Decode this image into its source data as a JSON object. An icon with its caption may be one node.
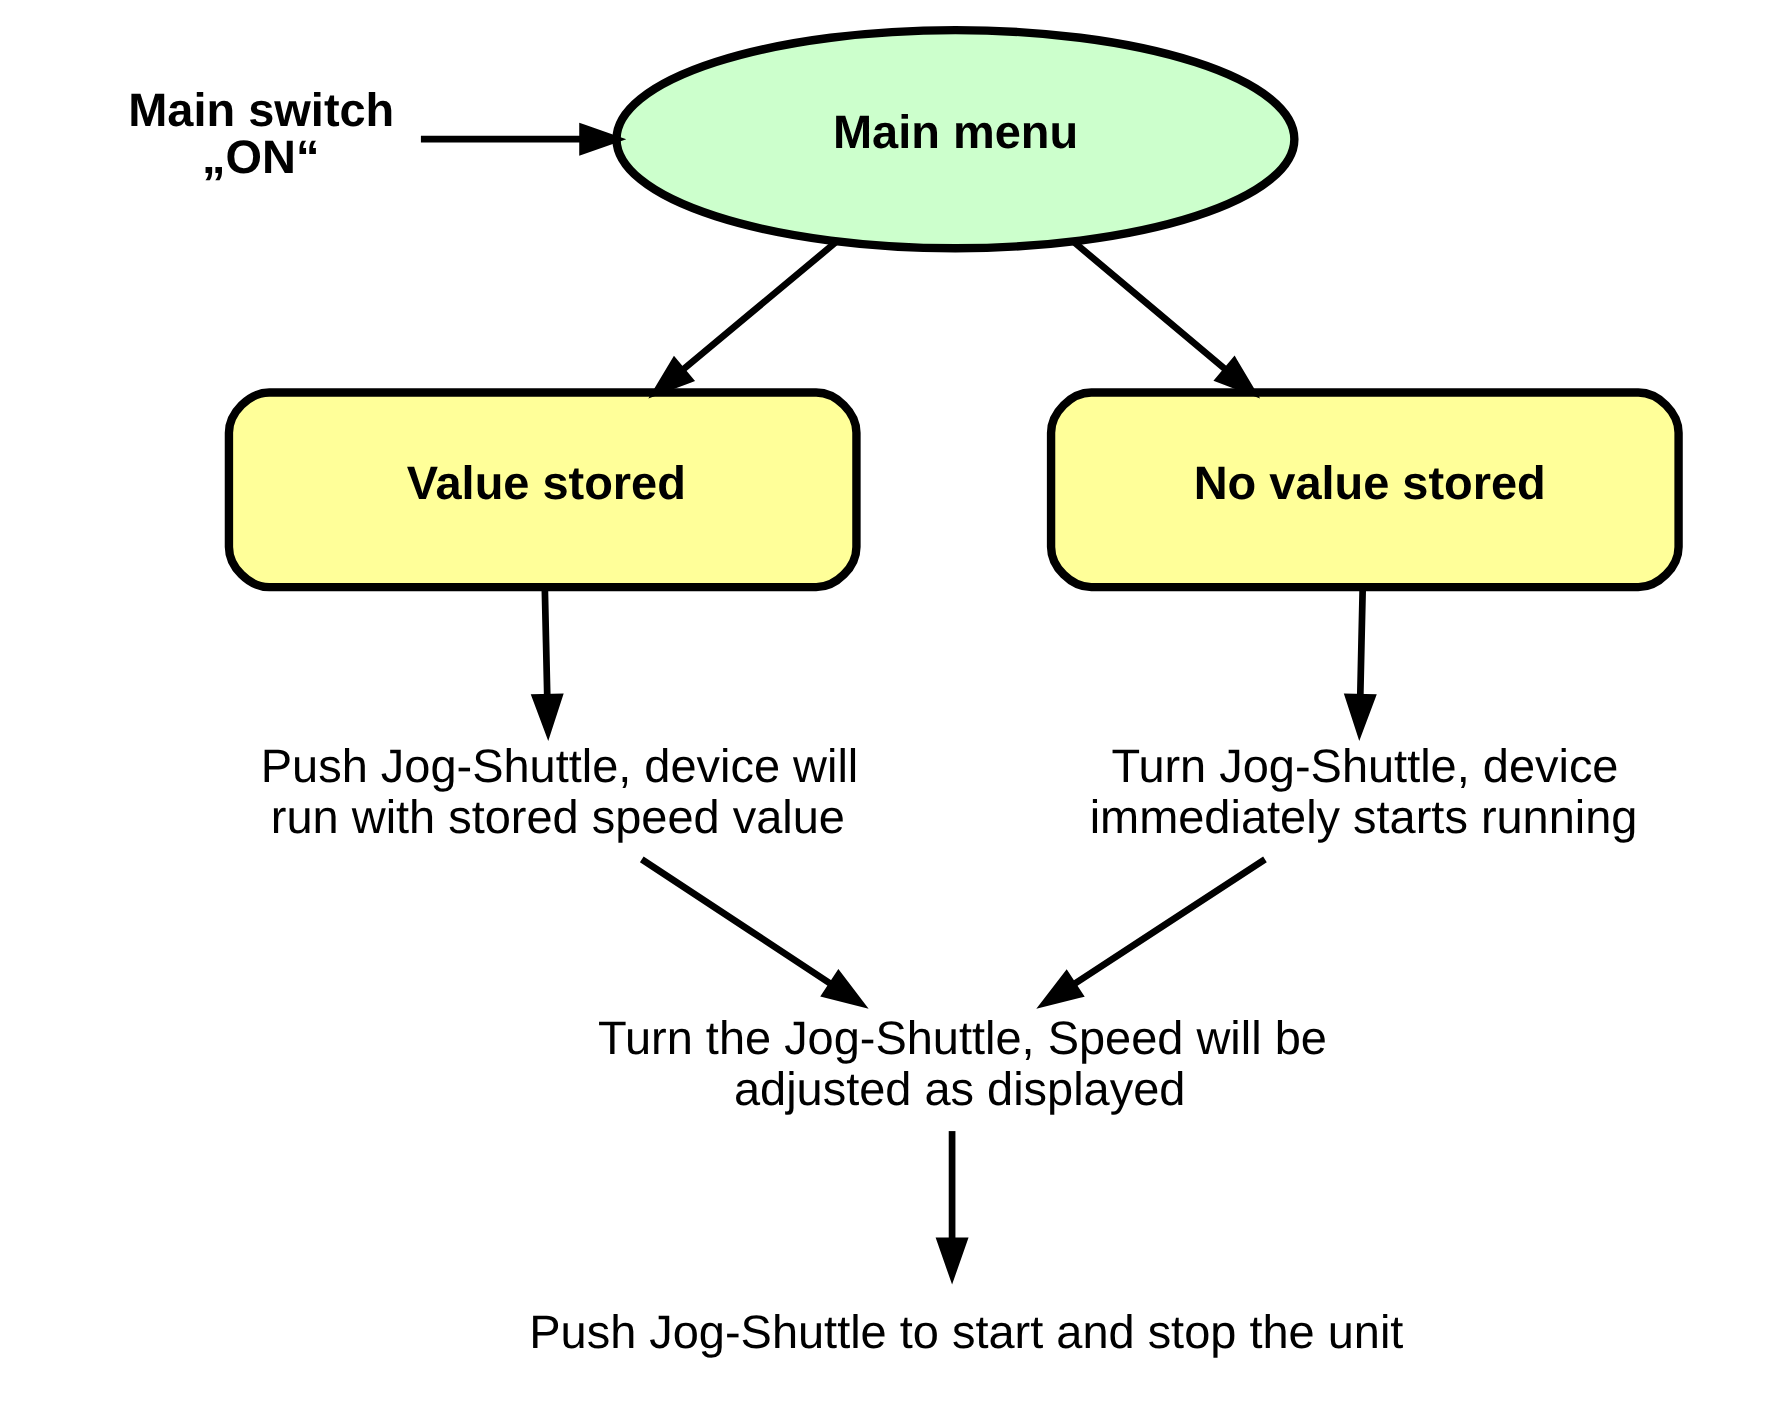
{
  "diagram": {
    "nodes": [
      {
        "text": [
          "Main switch „ON“"
        ]
      },
      {
        "text": [
          "Main menu"
        ]
      },
      {
        "text": [
          "Value stored"
        ]
      },
      {
        "text": [
          "No value stored"
        ]
      },
      {
        "text": [
          "Push Jog-Shuttle, device will run with stored speed value"
        ]
      },
      {
        "text": [
          "Turn Jog-Shuttle, device immediately starts running"
        ]
      },
      {
        "text": [
          "Turn the Jog-Shuttle, Speed will be adjusted as displayed"
        ]
      },
      {
        "text": [
          "Push Jog-Shuttle to start and stop the unit"
        ]
      }
    ],
    "edges": [
      {
        "from": 0,
        "to": 1,
        "arrow": "to"
      },
      {
        "from": 1,
        "to": 2,
        "arrow": "to"
      },
      {
        "from": 1,
        "to": 3,
        "arrow": "to"
      },
      {
        "from": 2,
        "to": 4,
        "arrow": "to"
      },
      {
        "from": 3,
        "to": 5,
        "arrow": "to"
      },
      {
        "from": 4,
        "to": 6,
        "arrow": "to"
      },
      {
        "from": 5,
        "to": 6,
        "arrow": "to"
      },
      {
        "from": 6,
        "to": 7,
        "arrow": "to"
      }
    ]
  }
}
